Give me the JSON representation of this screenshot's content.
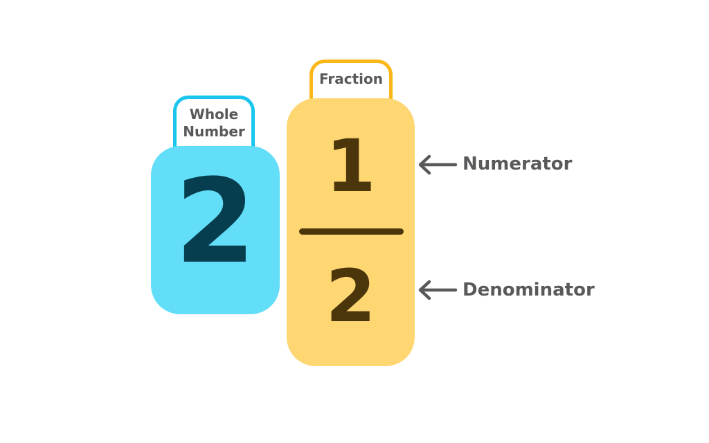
{
  "whole_number": {
    "tab_label": "Whole Number",
    "value": "2",
    "color": "#63def9",
    "tab_border_color": "#1bc6ee"
  },
  "fraction": {
    "tab_label": "Fraction",
    "numerator": "1",
    "denominator": "2",
    "color": "#fed672",
    "tab_border_color": "#fbb718"
  },
  "annotations": {
    "numerator_label": "Numerator",
    "denominator_label": "Denominator",
    "arrow_icon": "arrow-left-icon"
  }
}
